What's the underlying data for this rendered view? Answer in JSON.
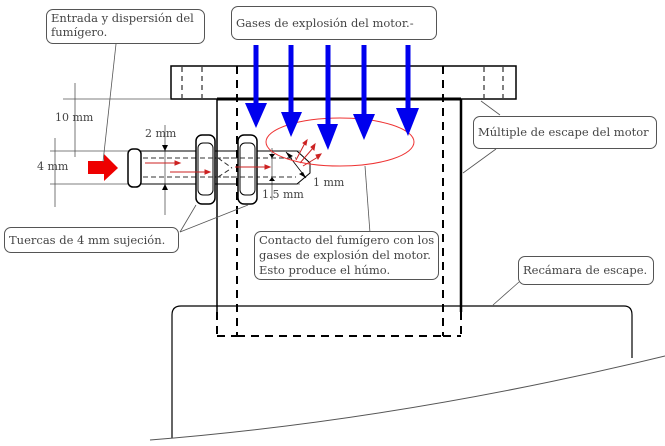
{
  "diagram": {
    "title": "Fumígero en múltiple de escape",
    "callouts": {
      "entry": [
        "Entrada y dispersión del",
        "fumígero."
      ],
      "gases": "Gases de explosión del motor.-",
      "manifold": "Múltiple de escape del motor",
      "nuts": "Tuercas de 4 mm sujeción.",
      "contact": [
        "Contacto del fumígero con los",
        "gases de explosión del motor.",
        "Esto produce el húmo."
      ],
      "chamber": "Recámara de escape."
    },
    "dimensions": {
      "d10": "10 mm",
      "d4": "4 mm",
      "d2": "2 mm",
      "d1_5": "1.5 mm",
      "d1": "1 mm"
    },
    "colors": {
      "gas_arrows": "#0000ee",
      "inlet_arrow": "#ee0000",
      "contact_ellipse": "#ee3333",
      "flow_arrows": "#cc2222",
      "lines": "#000000"
    },
    "gas_arrow_count": 5
  }
}
